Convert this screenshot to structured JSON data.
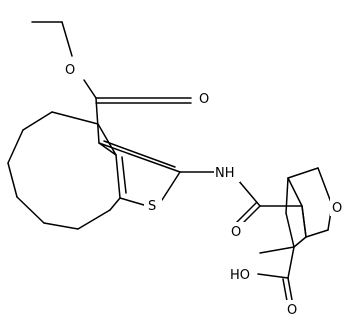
{
  "molecule": {
    "atom_labels": {
      "ester_ether_o": "O",
      "ester_carbonyl_o": "O",
      "amide_n": "NH",
      "thiophene_s": "S",
      "amide_o": "O",
      "bridge_o": "O",
      "acid_oh": "HO",
      "acid_o": "O"
    }
  }
}
